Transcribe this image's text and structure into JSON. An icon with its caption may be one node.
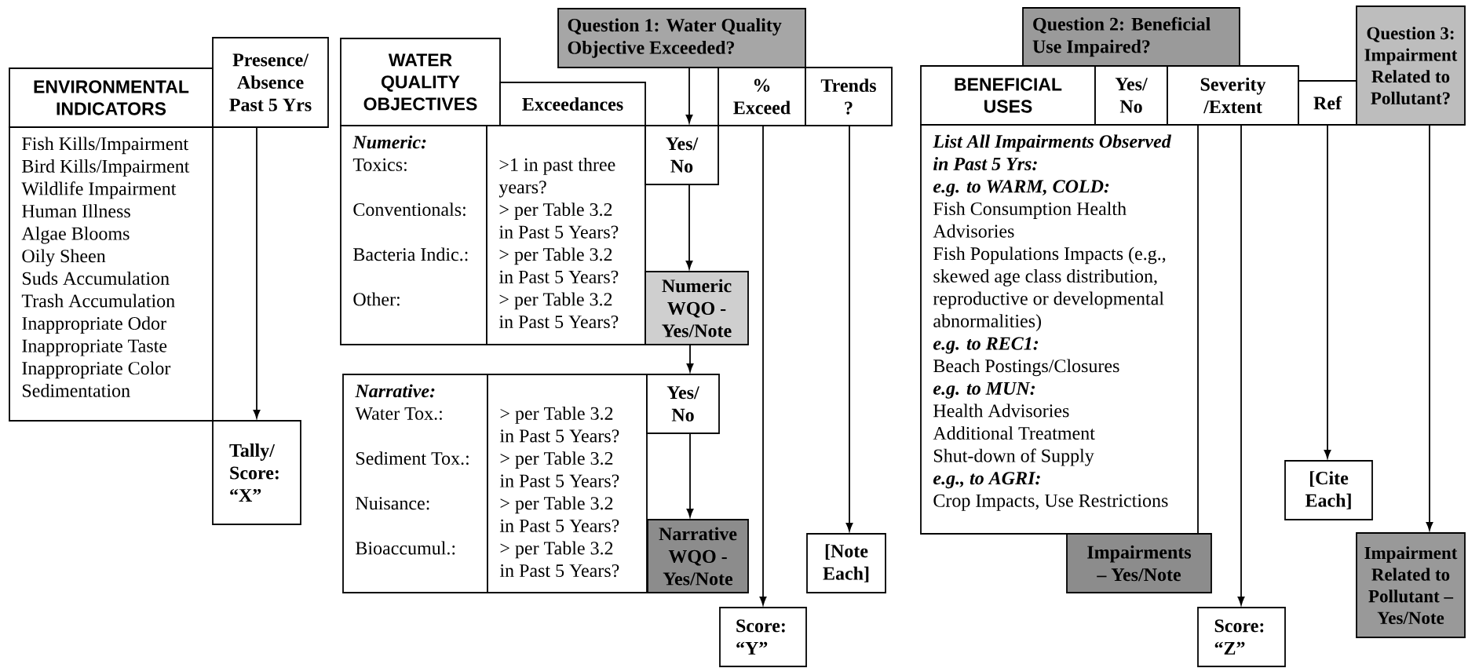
{
  "diagram": {
    "nodes": [
      {
        "text": [
          "ENVIRONMENTAL INDICATORS"
        ]
      },
      {
        "text": [
          "Presence/ Absence Past 5 Yrs"
        ]
      },
      {
        "text": [
          "Fish Kills/Impairment",
          "Bird Kills/Impairment",
          "Wildlife Impairment",
          "Human Illness",
          "Algae Blooms",
          "Oily Sheen",
          "Suds Accumulation",
          "Trash Accumulation",
          "Inappropriate Odor",
          "Inappropriate Taste",
          "Inappropriate Color",
          "Sedimentation"
        ]
      },
      {
        "text": [
          "Tally/ Score: “X”"
        ]
      },
      {
        "text": [
          "Question 1: Water Quality Objective Exceeded?"
        ]
      },
      {
        "text": [
          "WATER QUALITY OBJECTIVES"
        ]
      },
      {
        "text": [
          "Exceedances"
        ]
      },
      {
        "text": [
          "% Exceed"
        ]
      },
      {
        "text": [
          "Trends ?"
        ]
      },
      {
        "text": [
          "Numeric:",
          "Toxics:",
          "Conventionals:",
          "Bacteria Indic.:",
          "Other:"
        ]
      },
      {
        "text": [
          ">1 in past three years?",
          "> per Table 3.2 in Past 5 Years?",
          "> per Table 3.2 in Past 5 Years?",
          "> per Table 3.2 in Past 5 Years?"
        ]
      },
      {
        "text": [
          "Yes/ No"
        ]
      },
      {
        "text": [
          "Numeric WQO - Yes/Note"
        ]
      },
      {
        "text": [
          "Narrative:",
          "Water Tox.:",
          "Sediment Tox.:",
          "Nuisance:",
          "Bioaccumul.:"
        ]
      },
      {
        "text": [
          "> per Table 3.2 in Past 5 Years?",
          "> per Table 3.2 in Past 5 Years?",
          "> per Table 3.2 in Past 5 Years?",
          "> per Table 3.2 in Past 5 Years?"
        ]
      },
      {
        "text": [
          "Yes/ No"
        ]
      },
      {
        "text": [
          "Narrative WQO - Yes/Note"
        ]
      },
      {
        "text": [
          "[Note Each]"
        ]
      },
      {
        "text": [
          "Score: “Y”"
        ]
      },
      {
        "text": [
          "Question 2: Beneficial Use Impaired?"
        ]
      },
      {
        "text": [
          "BENEFICIAL USES"
        ]
      },
      {
        "text": [
          "Yes/ No"
        ]
      },
      {
        "text": [
          "Severity /Extent"
        ]
      },
      {
        "text": [
          "Ref"
        ]
      },
      {
        "text": [
          "Question 3: Impairment Related to Pollutant?"
        ]
      },
      {
        "text": [
          "List All Impairments Observed in Past 5 Yrs:",
          "e.g. to WARM, COLD:",
          "Fish Consumption Health Advisories",
          "Fish Populations Impacts (e.g., skewed age class distribution, reproductive or developmental abnormalities)",
          "e.g. to REC1:",
          "Beach Postings/Closures",
          "e.g. to MUN:",
          "Health Advisories",
          "Additional Treatment",
          "Shut-down of Supply",
          "e.g., to AGRI:",
          "Crop Impacts, Use Restrictions"
        ]
      },
      {
        "text": [
          "Impairments – Yes/Note"
        ]
      },
      {
        "text": [
          "Score: “Z”"
        ]
      },
      {
        "text": [
          "[Cite Each]"
        ]
      },
      {
        "text": [
          "Impairment Related to Pollutant – Yes/Note"
        ]
      }
    ],
    "edges": [
      {
        "from": 1,
        "to": 3,
        "arrow": "to"
      },
      {
        "from": 4,
        "to": 11,
        "arrow": "to"
      },
      {
        "from": 11,
        "to": 12,
        "arrow": "to"
      },
      {
        "from": 12,
        "to": 15,
        "arrow": "to"
      },
      {
        "from": 15,
        "to": 16,
        "arrow": "to"
      },
      {
        "from": 7,
        "to": 18,
        "arrow": "to"
      },
      {
        "from": 8,
        "to": 17,
        "arrow": "to"
      },
      {
        "from": 22,
        "to": 27,
        "arrow": "to"
      },
      {
        "from": 23,
        "to": 28,
        "arrow": "to"
      },
      {
        "from": 24,
        "to": 29,
        "arrow": "to"
      }
    ]
  }
}
